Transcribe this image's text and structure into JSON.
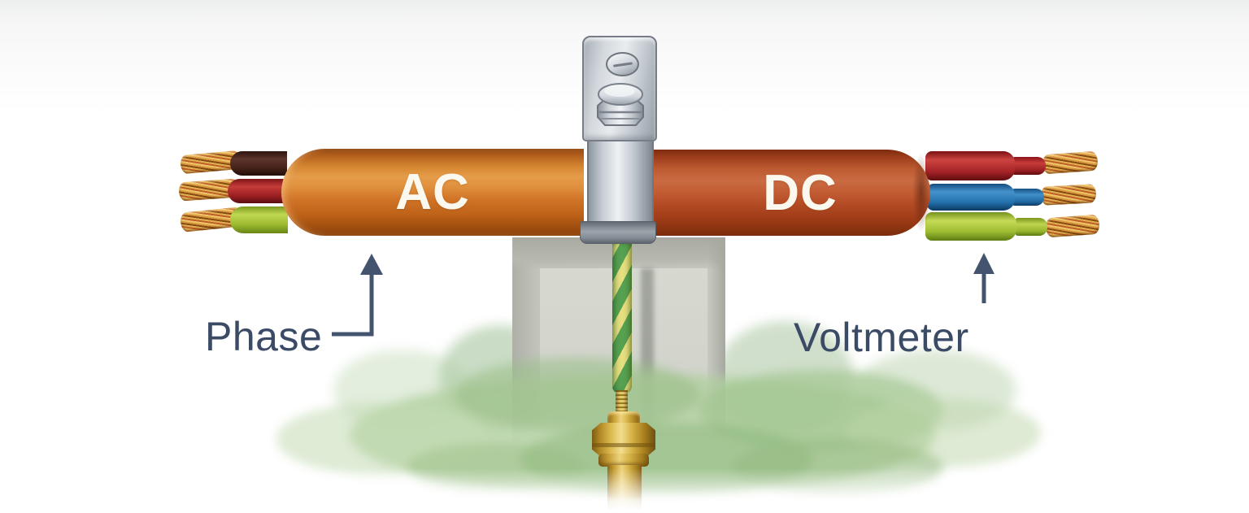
{
  "diagram": {
    "labels": {
      "ac_cable": "AC",
      "dc_cable": "DC",
      "phase": "Phase",
      "voltmeter": "Voltmeter"
    },
    "colors": {
      "ac_cable_orange": "#d4852f",
      "dc_cable_red": "#b54a28",
      "annotation_text": "#3b4b66",
      "arrow": "#44546e",
      "wire_brown": "#47241c",
      "wire_red": "#b42a2c",
      "wire_blue": "#2a77b9",
      "wire_yellow_green": "#a9c33d",
      "copper_strands": "#d89a3e",
      "ground_stripe_green": "#57a152",
      "ground_stripe_yellow": "#e5df80",
      "brass_connector": "#d8b54a",
      "rail_metal": "#d9ddd8",
      "clamp_metal": "#c6cdd4",
      "concrete_post": "#c9cbc3",
      "grass_green": "#aecf9c"
    }
  }
}
